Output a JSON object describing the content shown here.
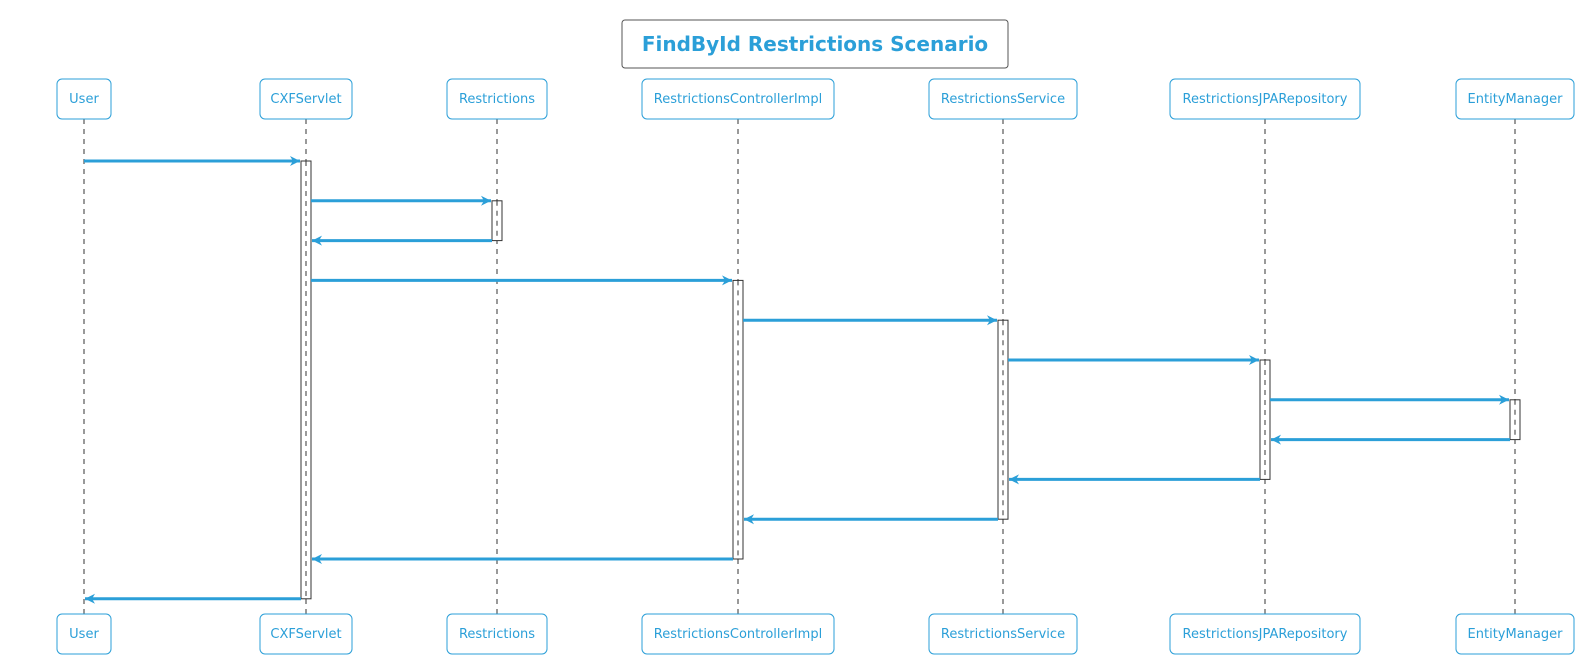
{
  "title": "FindById Restrictions Scenario",
  "colors": {
    "accent": "#2b9fd8",
    "lifeline": "#333333",
    "title_border": "#555555"
  },
  "participants": [
    "User",
    "CXFServlet",
    "Restrictions",
    "RestrictionsControllerImpl",
    "RestrictionsService",
    "RestrictionsJPARepository",
    "EntityManager"
  ],
  "messages": [
    {
      "from": "User",
      "to": "CXFServlet"
    },
    {
      "from": "CXFServlet",
      "to": "Restrictions"
    },
    {
      "from": "Restrictions",
      "to": "CXFServlet"
    },
    {
      "from": "CXFServlet",
      "to": "RestrictionsControllerImpl"
    },
    {
      "from": "RestrictionsControllerImpl",
      "to": "RestrictionsService"
    },
    {
      "from": "RestrictionsService",
      "to": "RestrictionsJPARepository"
    },
    {
      "from": "RestrictionsJPARepository",
      "to": "EntityManager"
    },
    {
      "from": "EntityManager",
      "to": "RestrictionsJPARepository"
    },
    {
      "from": "RestrictionsJPARepository",
      "to": "RestrictionsService"
    },
    {
      "from": "RestrictionsService",
      "to": "RestrictionsControllerImpl"
    },
    {
      "from": "RestrictionsControllerImpl",
      "to": "CXFServlet"
    },
    {
      "from": "CXFServlet",
      "to": "User"
    }
  ],
  "activations": [
    {
      "participant": "CXFServlet",
      "from_step": 0,
      "to_step": 11
    },
    {
      "participant": "Restrictions",
      "from_step": 1,
      "to_step": 2
    },
    {
      "participant": "RestrictionsControllerImpl",
      "from_step": 3,
      "to_step": 10
    },
    {
      "participant": "RestrictionsService",
      "from_step": 4,
      "to_step": 9
    },
    {
      "participant": "RestrictionsJPARepository",
      "from_step": 5,
      "to_step": 8
    },
    {
      "participant": "EntityManager",
      "from_step": 6,
      "to_step": 7
    }
  ]
}
